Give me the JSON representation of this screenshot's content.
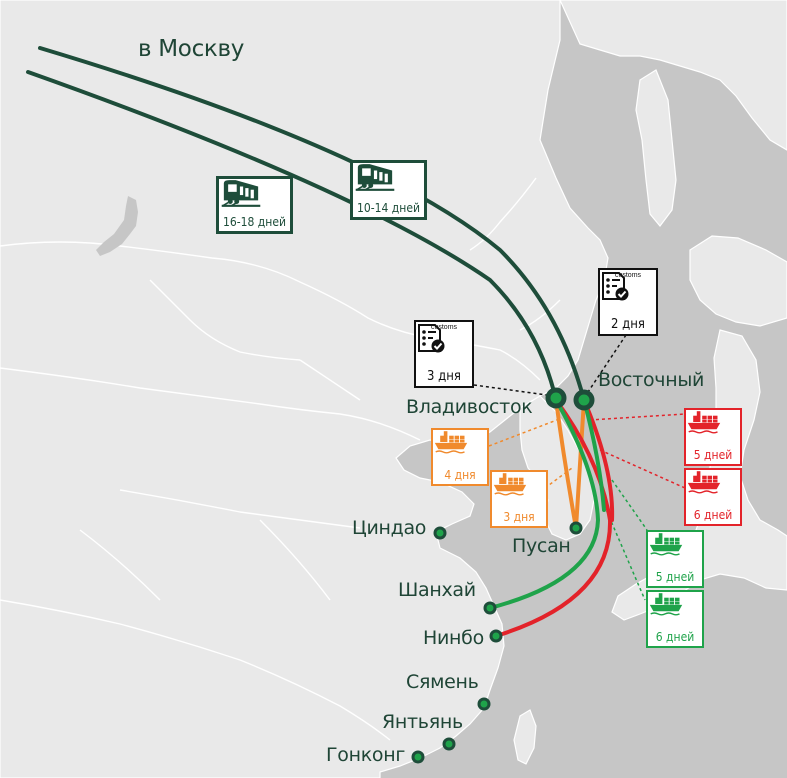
{
  "colors": {
    "water": "#c6c6c6",
    "land": "#e9e9e9",
    "rail": "#1e4d3a",
    "orange": "#f08a2d",
    "red": "#e3232a",
    "green": "#1fa34a",
    "customs": "#111111"
  },
  "destination": {
    "label": "в Москву"
  },
  "cities": [
    {
      "id": "vladivostok",
      "label": "Владивосток"
    },
    {
      "id": "vostochny",
      "label": "Восточный"
    },
    {
      "id": "busan",
      "label": "Пусан"
    },
    {
      "id": "qingdao",
      "label": "Циндао"
    },
    {
      "id": "shanghai",
      "label": "Шанхай"
    },
    {
      "id": "ningbo",
      "label": "Нинбо"
    },
    {
      "id": "xiamen",
      "label": "Сямень"
    },
    {
      "id": "yantian",
      "label": "Янтьянь"
    },
    {
      "id": "hongkong",
      "label": "Гонконг"
    }
  ],
  "rail_boxes": [
    {
      "id": "rail-vladivostok",
      "icon": "train-icon",
      "days": "16-18 дней"
    },
    {
      "id": "rail-vostochny",
      "icon": "train-icon",
      "days": "10-14 дней"
    }
  ],
  "customs_boxes": [
    {
      "id": "customs-vladivostok",
      "icon": "customs-document-icon",
      "word": "customs",
      "days": "3 дня"
    },
    {
      "id": "customs-vostochny",
      "icon": "customs-document-icon",
      "word": "customs",
      "days": "2 дня"
    }
  ],
  "sea_boxes": [
    {
      "id": "sea-orange-1",
      "color": "orange",
      "icon": "ship-icon",
      "days": "4 дня"
    },
    {
      "id": "sea-orange-2",
      "color": "orange",
      "icon": "ship-icon",
      "days": "3 дня"
    },
    {
      "id": "sea-red-1",
      "color": "red",
      "icon": "ship-icon",
      "days": "5 дней"
    },
    {
      "id": "sea-red-2",
      "color": "red",
      "icon": "ship-icon",
      "days": "6 дней"
    },
    {
      "id": "sea-green-1",
      "color": "green",
      "icon": "ship-icon",
      "days": "5 дней"
    },
    {
      "id": "sea-green-2",
      "color": "green",
      "icon": "ship-icon",
      "days": "6 дней"
    }
  ]
}
